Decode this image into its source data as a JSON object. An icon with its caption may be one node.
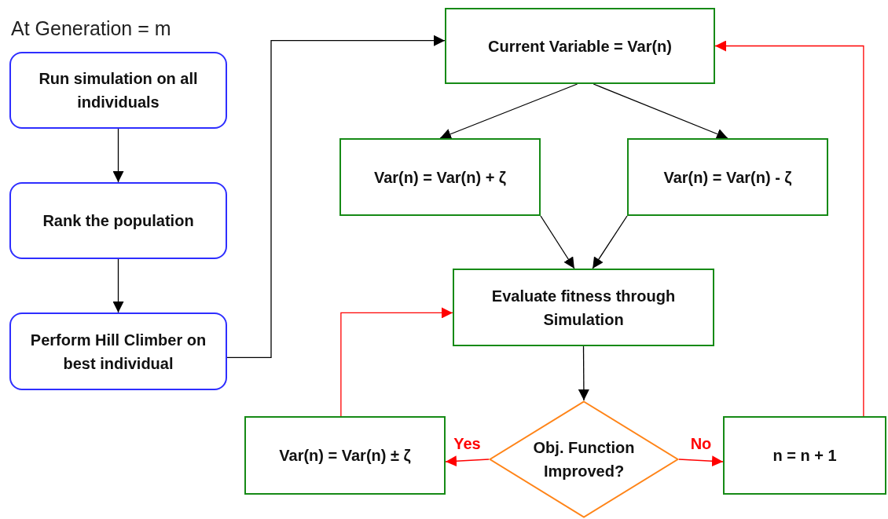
{
  "diagram": {
    "title": "At Generation = m",
    "nodes": [
      {
        "text": [
          "Run simulation on all individuals"
        ]
      },
      {
        "text": [
          "Rank the population"
        ]
      },
      {
        "text": [
          "Perform Hill Climber on best individual"
        ]
      },
      {
        "text": [
          "Current Variable = Var(n)"
        ]
      },
      {
        "text": [
          "Var(n) = Var(n) + ζ"
        ]
      },
      {
        "text": [
          "Var(n) = Var(n) - ζ"
        ]
      },
      {
        "text": [
          "Evaluate fitness through Simulation"
        ]
      },
      {
        "text": [
          "Obj. Function Improved?"
        ]
      },
      {
        "text": [
          "Var(n) = Var(n) ± ζ"
        ]
      },
      {
        "text": [
          "n = n + 1"
        ]
      }
    ],
    "edges": [
      {
        "from": 0,
        "to": 1,
        "arrow": "to"
      },
      {
        "from": 1,
        "to": 2,
        "arrow": "to"
      },
      {
        "from": 2,
        "to": 3,
        "arrow": "to"
      },
      {
        "from": 3,
        "to": 4,
        "arrow": "to"
      },
      {
        "from": 3,
        "to": 5,
        "arrow": "to"
      },
      {
        "from": 4,
        "to": 6,
        "arrow": "to"
      },
      {
        "from": 5,
        "to": 6,
        "arrow": "to"
      },
      {
        "from": 6,
        "to": 7,
        "arrow": "to"
      },
      {
        "from": 7,
        "to": 8,
        "arrow": "to",
        "label": "Yes",
        "color": "#ff0000"
      },
      {
        "from": 7,
        "to": 9,
        "arrow": "to",
        "label": "No",
        "color": "#ff0000"
      },
      {
        "from": 8,
        "to": 6,
        "arrow": "to",
        "color": "#ff0000"
      },
      {
        "from": 9,
        "to": 3,
        "arrow": "to",
        "color": "#ff0000"
      }
    ]
  }
}
